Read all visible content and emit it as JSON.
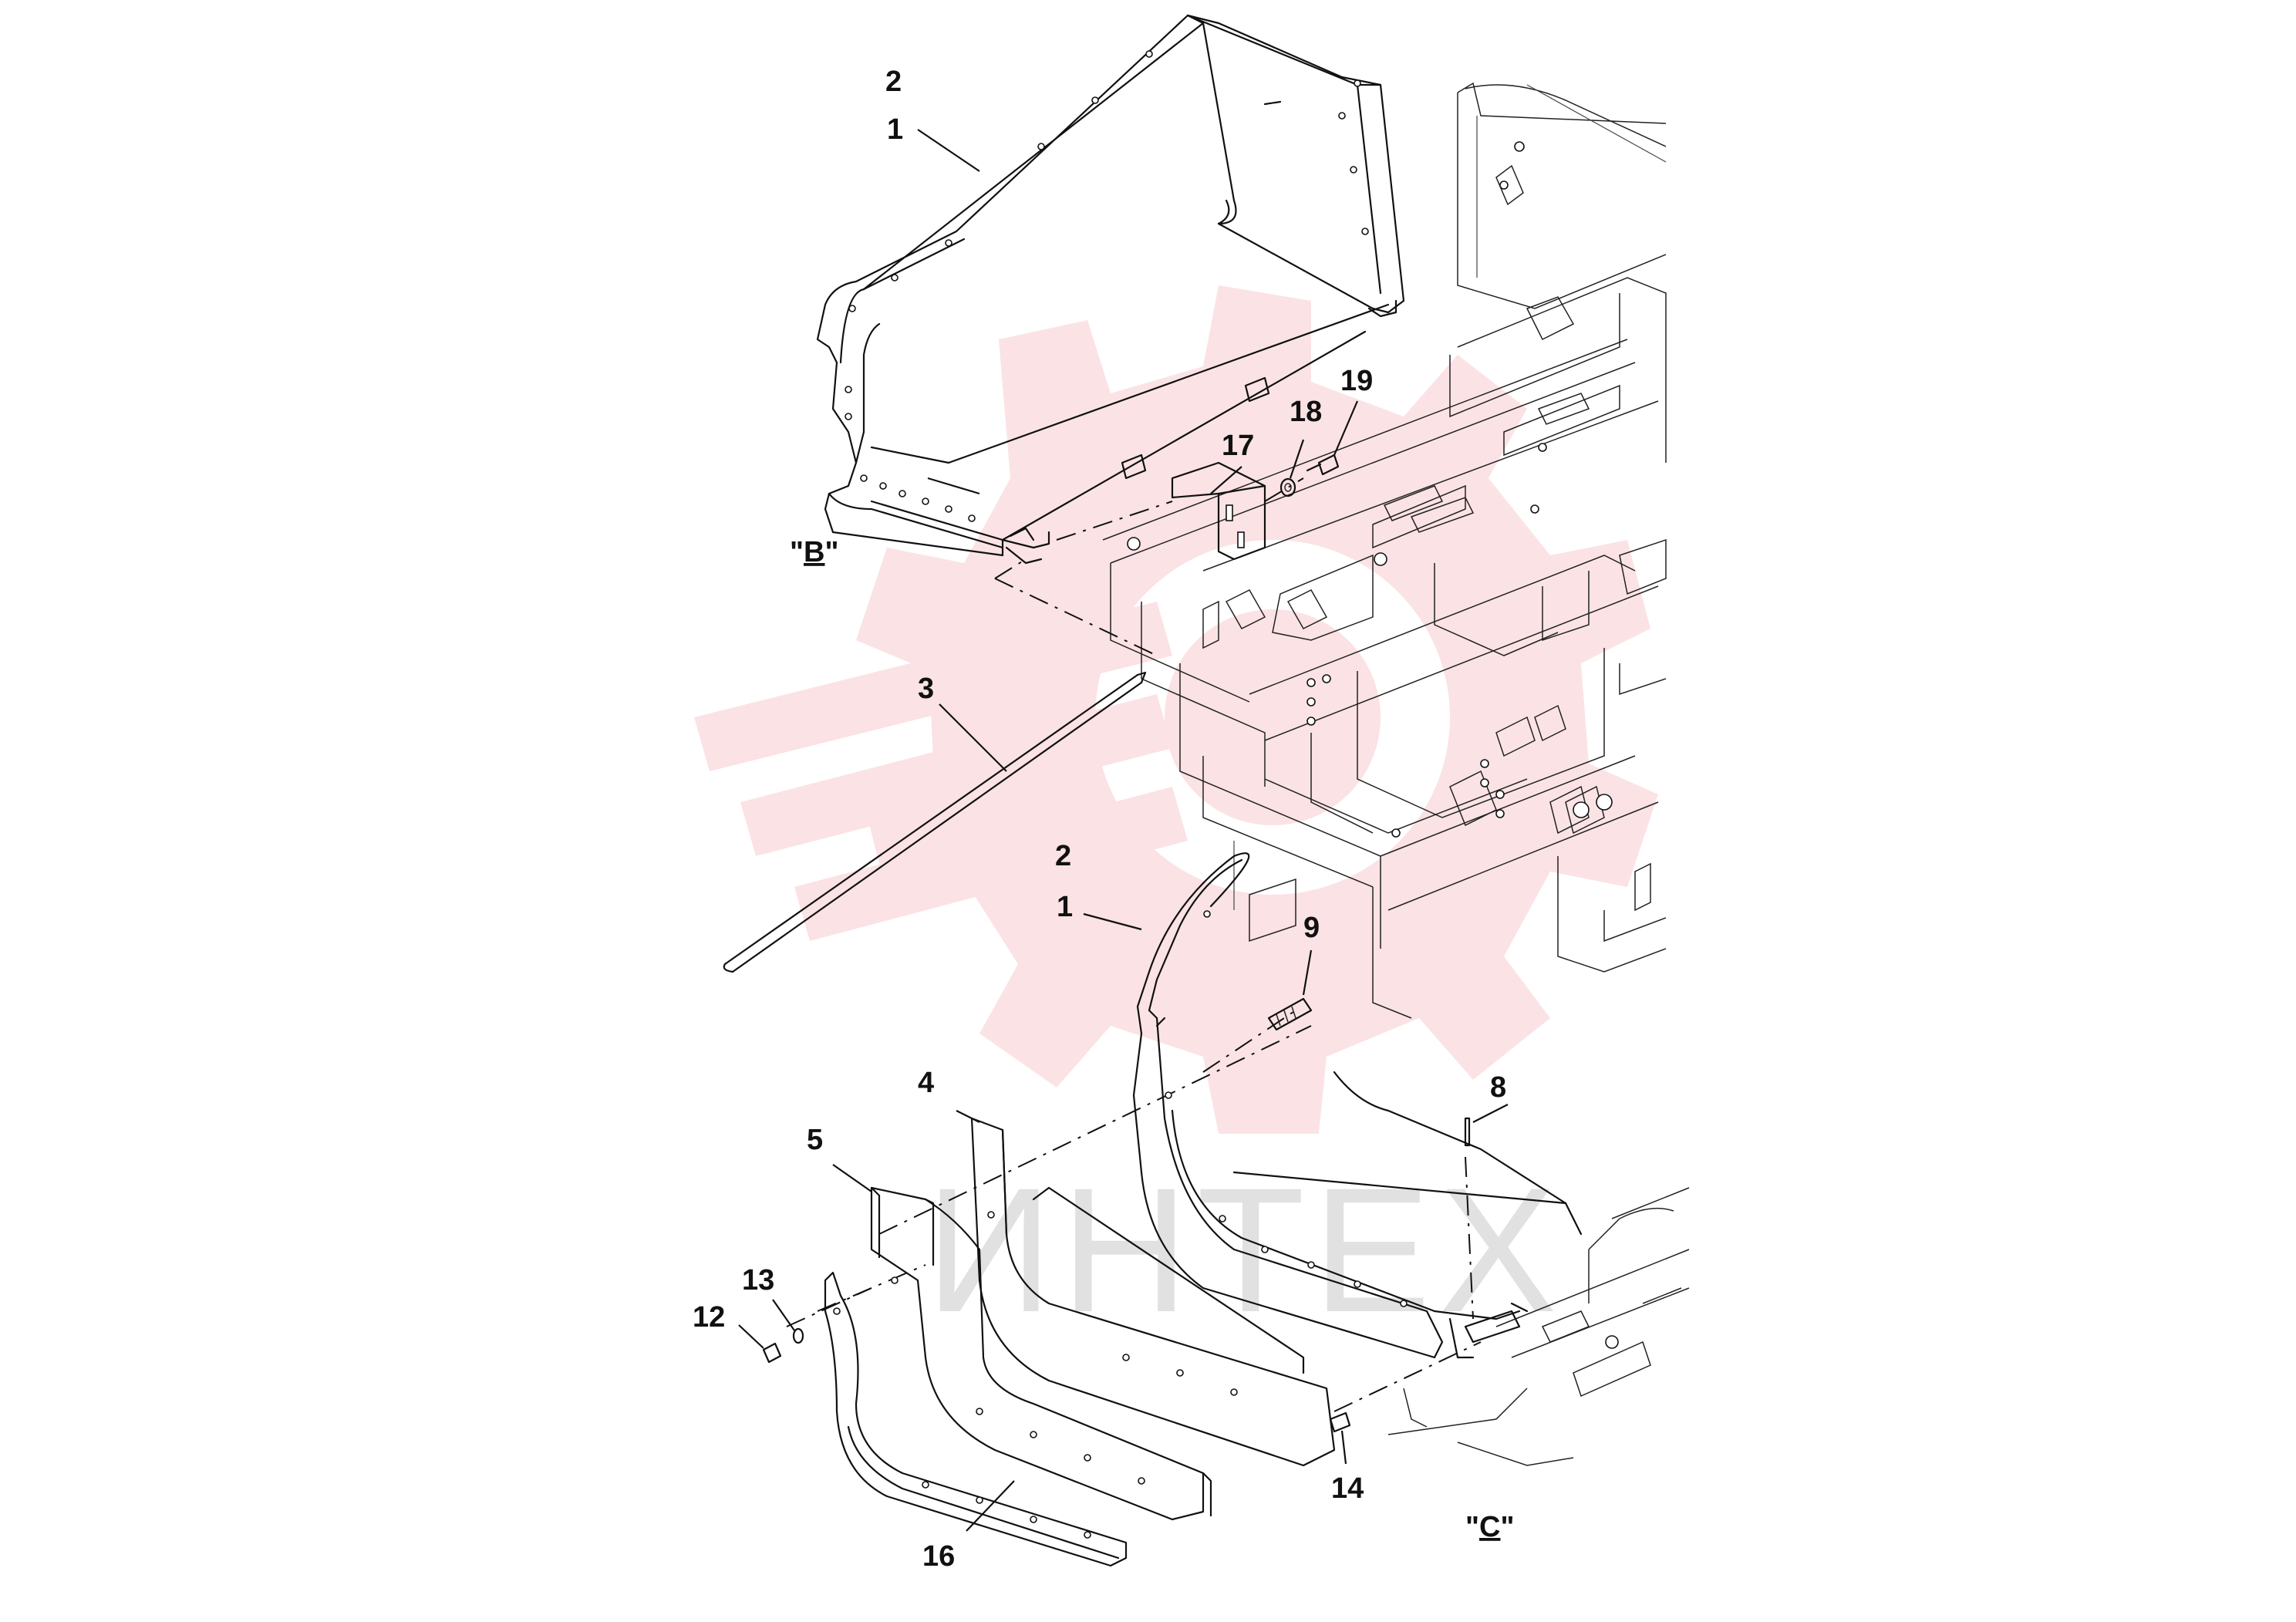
{
  "callouts": {
    "c1a": "1",
    "c2a": "2",
    "c3": "3",
    "c17": "17",
    "c18": "18",
    "c19": "19",
    "c1b": "1",
    "c2b": "2",
    "c4": "4",
    "c5": "5",
    "c8": "8",
    "c9": "9",
    "c12": "12",
    "c13": "13",
    "c14": "14",
    "c16": "16"
  },
  "views": {
    "b_prefix": "\"",
    "b_letter": "B",
    "b_suffix": "\"",
    "c_prefix": "\"",
    "c_letter": "C",
    "c_suffix": "\""
  },
  "watermark": {
    "text": "ИНТЕХ",
    "color": "#f4a7ae"
  }
}
